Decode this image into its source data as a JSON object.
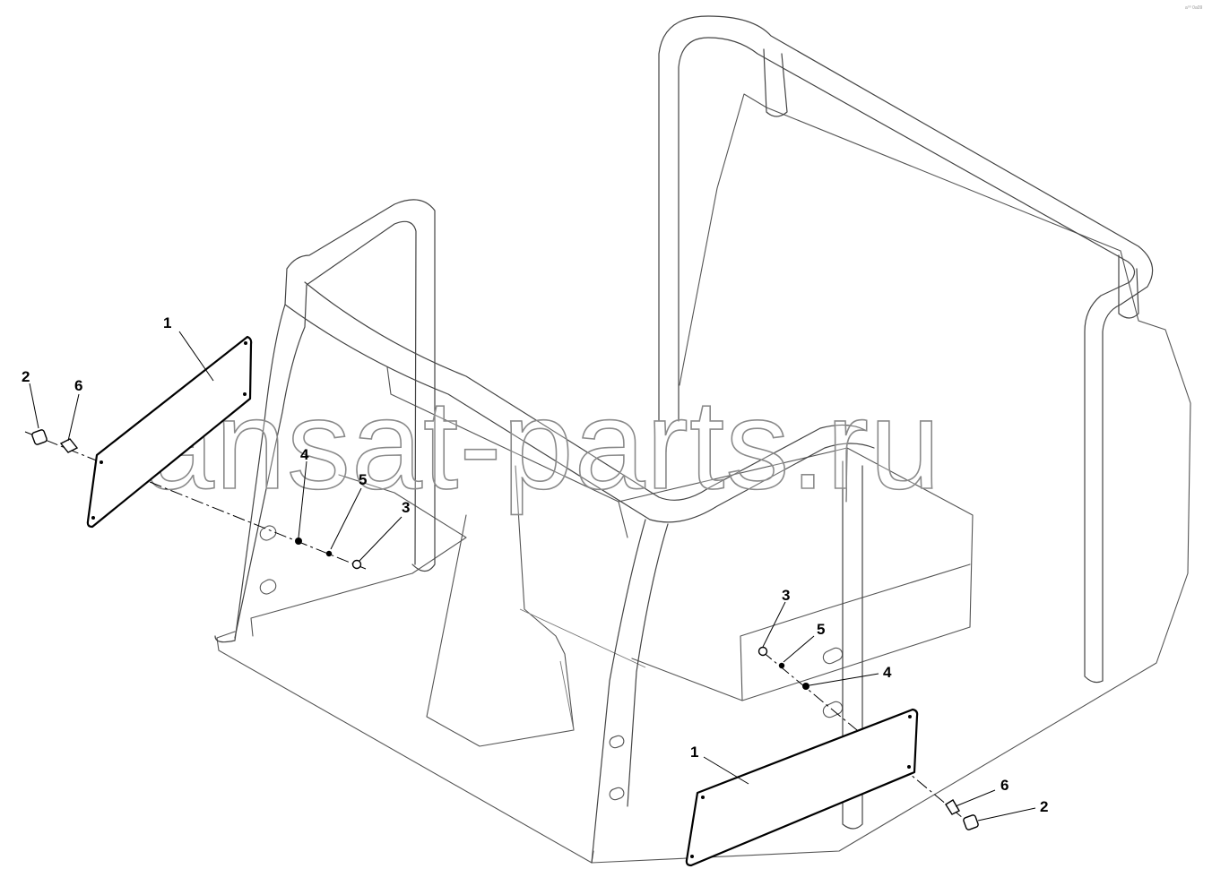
{
  "figure": {
    "watermark": "ansat-parts.ru",
    "corner_mark": "a⁰⁰ 0a09",
    "callouts": [
      {
        "id": "c1-left",
        "label": "1"
      },
      {
        "id": "c2-left",
        "label": "2"
      },
      {
        "id": "c6-left",
        "label": "6"
      },
      {
        "id": "c4-left",
        "label": "4"
      },
      {
        "id": "c5-left",
        "label": "5"
      },
      {
        "id": "c3-left",
        "label": "3"
      },
      {
        "id": "c3-right",
        "label": "3"
      },
      {
        "id": "c5-right",
        "label": "5"
      },
      {
        "id": "c4-right",
        "label": "4"
      },
      {
        "id": "c1-right",
        "label": "1"
      },
      {
        "id": "c6-right",
        "label": "6"
      },
      {
        "id": "c2-right",
        "label": "2"
      }
    ]
  }
}
